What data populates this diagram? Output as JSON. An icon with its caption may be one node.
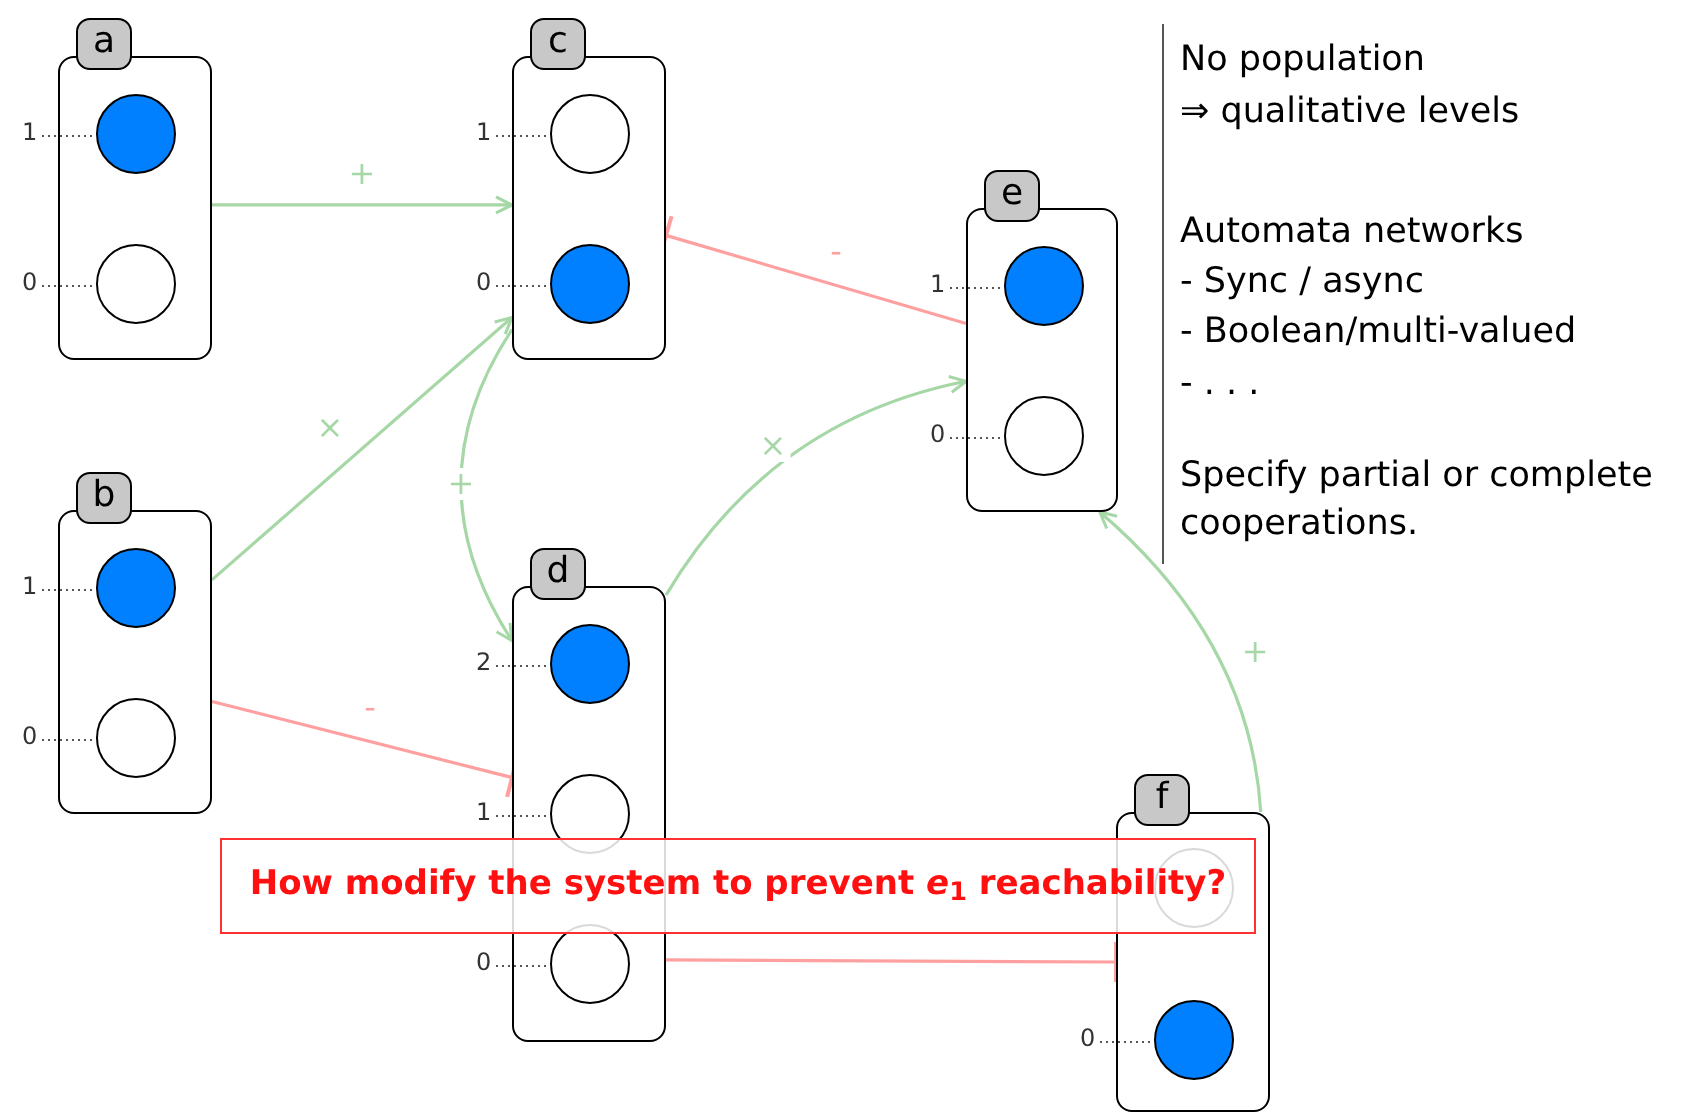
{
  "diagram": {
    "nodes": [
      {
        "text": [
          "a"
        ]
      },
      {
        "text": [],
        "shape": "dot",
        "in": 0,
        "beside": [
          "1"
        ]
      },
      {
        "text": [],
        "shape": "circle",
        "in": 0,
        "beside": [
          "0"
        ]
      },
      {
        "text": [
          "b"
        ]
      },
      {
        "text": [],
        "shape": "dot",
        "in": 3,
        "beside": [
          "1"
        ]
      },
      {
        "text": [],
        "shape": "circle",
        "in": 3,
        "beside": [
          "0"
        ]
      },
      {
        "text": [
          "c"
        ]
      },
      {
        "text": [],
        "shape": "circle",
        "in": 6,
        "beside": [
          "1"
        ]
      },
      {
        "text": [],
        "shape": "dot",
        "in": 6,
        "beside": [
          "0"
        ]
      },
      {
        "text": [
          "d"
        ]
      },
      {
        "text": [],
        "shape": "dot",
        "in": 9,
        "beside": [
          "2"
        ]
      },
      {
        "text": [],
        "shape": "circle",
        "in": 9,
        "beside": [
          "1"
        ]
      },
      {
        "text": [],
        "shape": "circle",
        "in": 9,
        "beside": [
          "0"
        ]
      },
      {
        "text": [
          "e"
        ]
      },
      {
        "text": [],
        "shape": "dot",
        "in": 13,
        "beside": [
          "1"
        ]
      },
      {
        "text": [],
        "shape": "circle",
        "in": 13,
        "beside": [
          "0"
        ]
      },
      {
        "text": [
          "f"
        ]
      },
      {
        "text": [],
        "shape": "circle"
      },
      {
        "text": [],
        "shape": "dot",
        "in": 16,
        "beside": [
          "0"
        ]
      },
      {
        "text": [
          "How modify the system to prevent *e*$_{1}$ reachability?"
        ]
      }
    ],
    "edges": [
      {
        "from": 0,
        "to": 6,
        "arrow": "to",
        "label": "+"
      },
      {
        "from": 3,
        "to": 6,
        "arrow": "to",
        "label": "×"
      },
      {
        "from": 6,
        "to": 9,
        "arrow": "to",
        "label": "+"
      },
      {
        "from": 3,
        "to": 9,
        "arrow": "other",
        "label": "-",
        "color": "#ffa0a0"
      },
      {
        "from": 13,
        "to": 6,
        "arrow": "other",
        "label": "-",
        "color": "#ffa0a0"
      },
      {
        "from": 9,
        "to": 13,
        "arrow": "to",
        "label": "×"
      },
      {
        "from": 16,
        "to": 13,
        "arrow": "to",
        "label": "+"
      },
      {
        "from": 9,
        "to": 16,
        "arrow": "other",
        "color": "#ffa0a0"
      }
    ],
    "labels": [
      "No population",
      "⇒ qualitative levels",
      "Automata networks",
      "- Sync / async",
      "- Boolean/multi-valued",
      "- . . .",
      "Specify partial or complete cooperations."
    ]
  }
}
